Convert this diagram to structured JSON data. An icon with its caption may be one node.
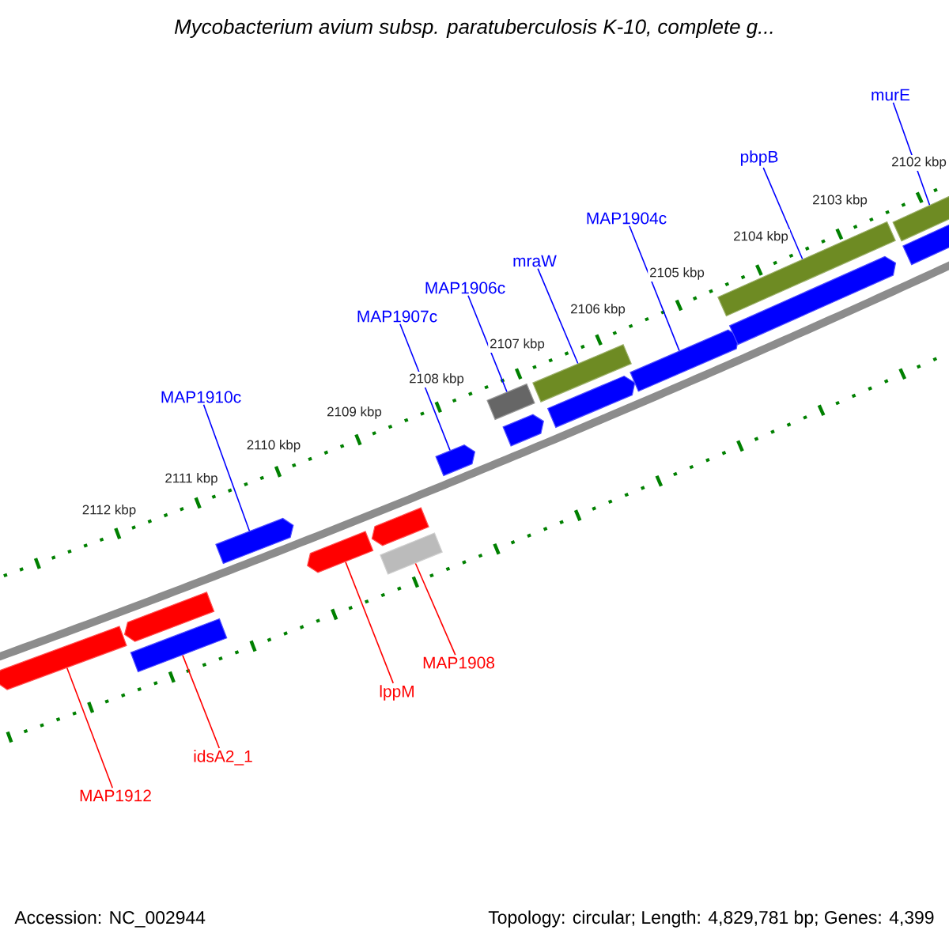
{
  "diagram": {
    "title": "Mycobacterium avium subsp. paratuberculosis K-10, complete g...",
    "nodes": [
      {
        "text": [
          "murE"
        ]
      },
      {
        "text": [
          "pbpB"
        ]
      },
      {
        "text": [
          "MAP1904c"
        ]
      },
      {
        "text": [
          "mraW"
        ]
      },
      {
        "text": [
          "MAP1906c"
        ]
      },
      {
        "text": [
          "MAP1907c"
        ]
      },
      {
        "text": [
          "MAP1910c"
        ]
      },
      {
        "text": [
          "MAP1908"
        ]
      },
      {
        "text": [
          "lppM"
        ]
      },
      {
        "text": [
          "idsA2_1"
        ]
      },
      {
        "text": [
          "MAP1912"
        ]
      },
      {
        "text": [],
        "shape": "bar"
      },
      {
        "text": [],
        "shape": "bar"
      },
      {
        "text": [],
        "shape": "bar"
      },
      {
        "text": [],
        "shape": "bar"
      },
      {
        "text": [],
        "shape": "bar"
      },
      {
        "text": [],
        "shape": "bar"
      },
      {
        "text": [],
        "shape": "bar"
      },
      {
        "text": [],
        "shape": "bar"
      },
      {
        "text": [],
        "shape": "bar"
      },
      {
        "text": [],
        "shape": "bar"
      },
      {
        "text": [],
        "shape": "bar"
      },
      {
        "text": [],
        "shape": "bar"
      },
      {
        "text": [],
        "shape": "bar"
      },
      {
        "text": [],
        "shape": "bar"
      },
      {
        "text": [],
        "shape": "bar"
      },
      {
        "text": [],
        "shape": "bar"
      },
      {
        "text": [],
        "shape": "bar"
      }
    ],
    "edges": [
      {
        "from": 0,
        "to": 26,
        "arrow": "none"
      },
      {
        "from": 1,
        "to": 24,
        "arrow": "none"
      },
      {
        "from": 2,
        "to": 23,
        "arrow": "none"
      },
      {
        "from": 3,
        "to": 21,
        "arrow": "none"
      },
      {
        "from": 4,
        "to": 19,
        "arrow": "none"
      },
      {
        "from": 5,
        "to": 18,
        "arrow": "none"
      },
      {
        "from": 6,
        "to": 14,
        "arrow": "none"
      },
      {
        "from": 7,
        "to": 17,
        "arrow": "none",
        "color": "#ff0000"
      },
      {
        "from": 8,
        "to": 15,
        "arrow": "none",
        "color": "#ff0000"
      },
      {
        "from": 9,
        "to": 13,
        "arrow": "none",
        "color": "#ff0000"
      },
      {
        "from": 10,
        "to": 11,
        "arrow": "none",
        "color": "#ff0000"
      }
    ],
    "labels": [
      "2102 kbp",
      "2103 kbp",
      "2104 kbp",
      "2105 kbp",
      "2106 kbp",
      "2107 kbp",
      "2108 kbp",
      "2109 kbp",
      "2110 kbp",
      "2111 kbp",
      "2112 kbp",
      "Accession: NC_002944",
      "Topology: circular; Length: 4,829,781 bp; Genes: 4,399"
    ]
  }
}
